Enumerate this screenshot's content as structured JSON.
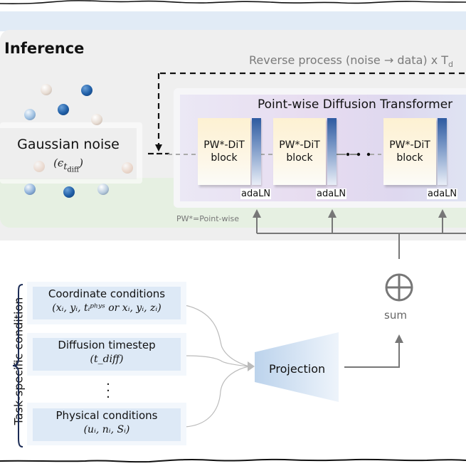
{
  "inference": {
    "title": "Inference",
    "reverse_process_label": "Reverse process (noise → data) x T",
    "reverse_process_subscript": "d"
  },
  "gaussian_noise": {
    "title": "Gaussian noise",
    "symbol": "(ϵ",
    "symbol_sub": "t",
    "symbol_subsub": "diff",
    "symbol_close": ")"
  },
  "transformer": {
    "title": "Point-wise Diffusion Transformer",
    "blocks": [
      {
        "line1": "PW*-DiT",
        "line2": "block",
        "norm_label": "adaLN"
      },
      {
        "line1": "PW*-DiT",
        "line2": "block",
        "norm_label": "adaLN"
      },
      {
        "line1": "PW*-DiT",
        "line2": "block",
        "norm_label": "adaLN"
      }
    ],
    "footnote": "PW*=Point-wise"
  },
  "sum": {
    "symbol": "⊕",
    "label": "sum"
  },
  "projection": {
    "label": "Projection"
  },
  "task_condition": {
    "label": "Task-specific condition",
    "items": [
      {
        "title": "Coordinate conditions",
        "formula": "(xᵢ, yᵢ, tᵢᵖʰʸˢ or xᵢ, yᵢ, zᵢ)"
      },
      {
        "title": "Diffusion timestep",
        "formula": "(t_diff)"
      },
      {
        "title": "Physical conditions",
        "formula": "(uᵢ, nᵢ, Sᵢ)"
      }
    ],
    "ellipsis": "⋮"
  },
  "colors": {
    "top_band": "#e1ebf6",
    "inference_bg": "#efefef",
    "green_band": "#e4efe0",
    "block_fill": "#fdf1d2",
    "adaln_dark": "#2e5aa0",
    "condition_fill": "#dde9f6",
    "arrow_gray": "#777777"
  }
}
